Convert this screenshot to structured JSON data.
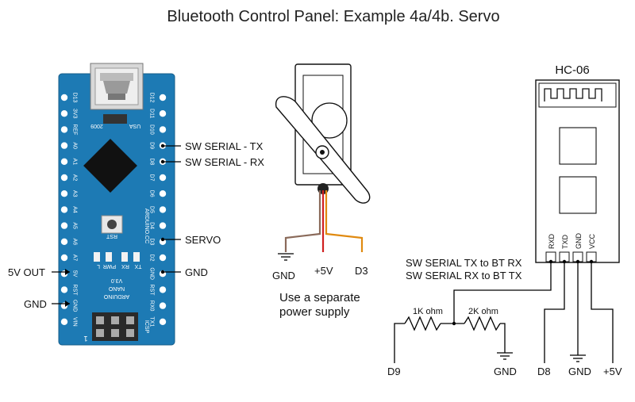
{
  "title": "Bluetooth Control Panel: Example 4a/4b. Servo",
  "arduino": {
    "left_pins": [
      "D12",
      "D11",
      "D10",
      "D9",
      "D8",
      "D7",
      "D6",
      "D5",
      "D4",
      "D3",
      "D2",
      "GND",
      "RST",
      "RX0",
      "TX1"
    ],
    "right_pins": [
      "D13",
      "3V3",
      "REF",
      "A0",
      "A1",
      "A2",
      "A3",
      "A4",
      "A5",
      "A6",
      "A7",
      "5V",
      "RST",
      "GND",
      "VIN"
    ],
    "usa": "USA",
    "year": "2009",
    "rst": "RST",
    "brand": "ARDUINO.CC",
    "led_labels": [
      "L",
      "PWR",
      "RX",
      "TX"
    ],
    "model": "ARDUINO",
    "model2": "NANO",
    "version": "V3.0",
    "icsp": "ICSP",
    "one": "1",
    "color": "#1d7ab4"
  },
  "arduino_labels": {
    "sw_tx": "SW SERIAL - TX",
    "sw_rx": "SW SERIAL - RX",
    "servo": "SERVO",
    "gnd_right": "GND",
    "out_5v": "5V OUT",
    "gnd_left": "GND"
  },
  "servo": {
    "gnd": "GND",
    "plus5v": "+5V",
    "d3": "D3",
    "note_line1": "Use a separate",
    "note_line2": "power supply",
    "wire_colors": [
      "#8a6a5a",
      "#d02020",
      "#e08a10"
    ]
  },
  "hc06": {
    "title": "HC-06",
    "pins": [
      "RXD",
      "TXD",
      "GND",
      "VCC"
    ]
  },
  "notes": {
    "line1": "SW SERIAL TX to BT RX",
    "line2": "SW SERIAL RX to BT TX"
  },
  "divider": {
    "r1": "1K ohm",
    "r2": "2K ohm",
    "d9": "D9",
    "gnd": "GND"
  },
  "bottom_labels": {
    "d8": "D8",
    "gnd": "GND",
    "plus5v": "+5V"
  }
}
